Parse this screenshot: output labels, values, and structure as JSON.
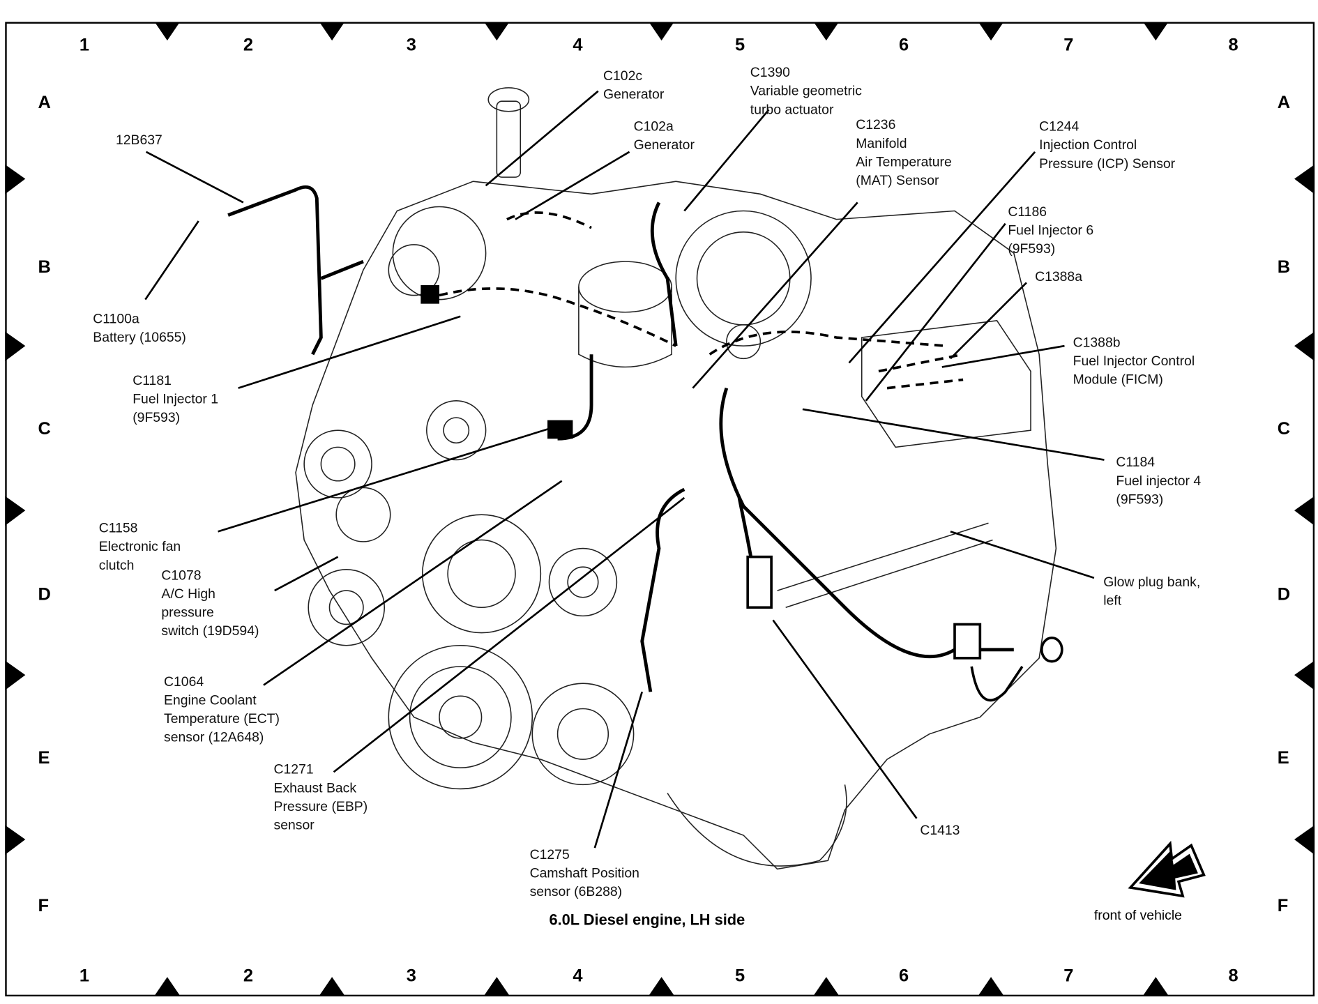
{
  "title": "6.0L Diesel engine, LH side",
  "orientation": {
    "label": "front of vehicle",
    "icon": "arrow-down-left-icon"
  },
  "grid": {
    "columns": [
      "1",
      "2",
      "3",
      "4",
      "5",
      "6",
      "7",
      "8"
    ],
    "rows": [
      "A",
      "B",
      "C",
      "D",
      "E",
      "F"
    ]
  },
  "callouts": [
    {
      "id": "12B637",
      "lines": [
        "12B637"
      ]
    },
    {
      "id": "C1100a",
      "lines": [
        "C1100a",
        "Battery (10655)"
      ]
    },
    {
      "id": "C1181",
      "lines": [
        "C1181",
        "Fuel Injector 1",
        "(9F593)"
      ]
    },
    {
      "id": "C1158",
      "lines": [
        "C1158",
        "Electronic fan",
        "clutch"
      ]
    },
    {
      "id": "C1078",
      "lines": [
        "C1078",
        "A/C High",
        "pressure",
        "switch (19D594)"
      ]
    },
    {
      "id": "C1064",
      "lines": [
        "C1064",
        "Engine Coolant",
        "Temperature (ECT)",
        "sensor (12A648)"
      ]
    },
    {
      "id": "C1271",
      "lines": [
        "C1271",
        "Exhaust Back",
        "Pressure (EBP)",
        "sensor"
      ]
    },
    {
      "id": "C1275",
      "lines": [
        "C1275",
        "Camshaft Position",
        "sensor (6B288)"
      ]
    },
    {
      "id": "C102c",
      "lines": [
        "C102c",
        "Generator"
      ]
    },
    {
      "id": "C102a",
      "lines": [
        "C102a",
        "Generator"
      ]
    },
    {
      "id": "C1390",
      "lines": [
        "C1390",
        "Variable geometric",
        "turbo actuator"
      ]
    },
    {
      "id": "C1236",
      "lines": [
        "C1236",
        "Manifold",
        "Air Temperature",
        "(MAT) Sensor"
      ]
    },
    {
      "id": "C1244",
      "lines": [
        "C1244",
        "Injection Control",
        "Pressure (ICP) Sensor"
      ]
    },
    {
      "id": "C1186",
      "lines": [
        "C1186",
        "Fuel Injector 6",
        "(9F593)"
      ]
    },
    {
      "id": "C1388a",
      "lines": [
        "C1388a"
      ]
    },
    {
      "id": "C1388b",
      "lines": [
        "C1388b",
        "Fuel Injector Control",
        "Module (FICM)"
      ]
    },
    {
      "id": "C1184",
      "lines": [
        "C1184",
        "Fuel injector 4",
        "(9F593)"
      ]
    },
    {
      "id": "glow-plug-bank-left",
      "lines": [
        "Glow plug bank,",
        "left"
      ]
    },
    {
      "id": "C1413",
      "lines": [
        "C1413"
      ]
    }
  ]
}
